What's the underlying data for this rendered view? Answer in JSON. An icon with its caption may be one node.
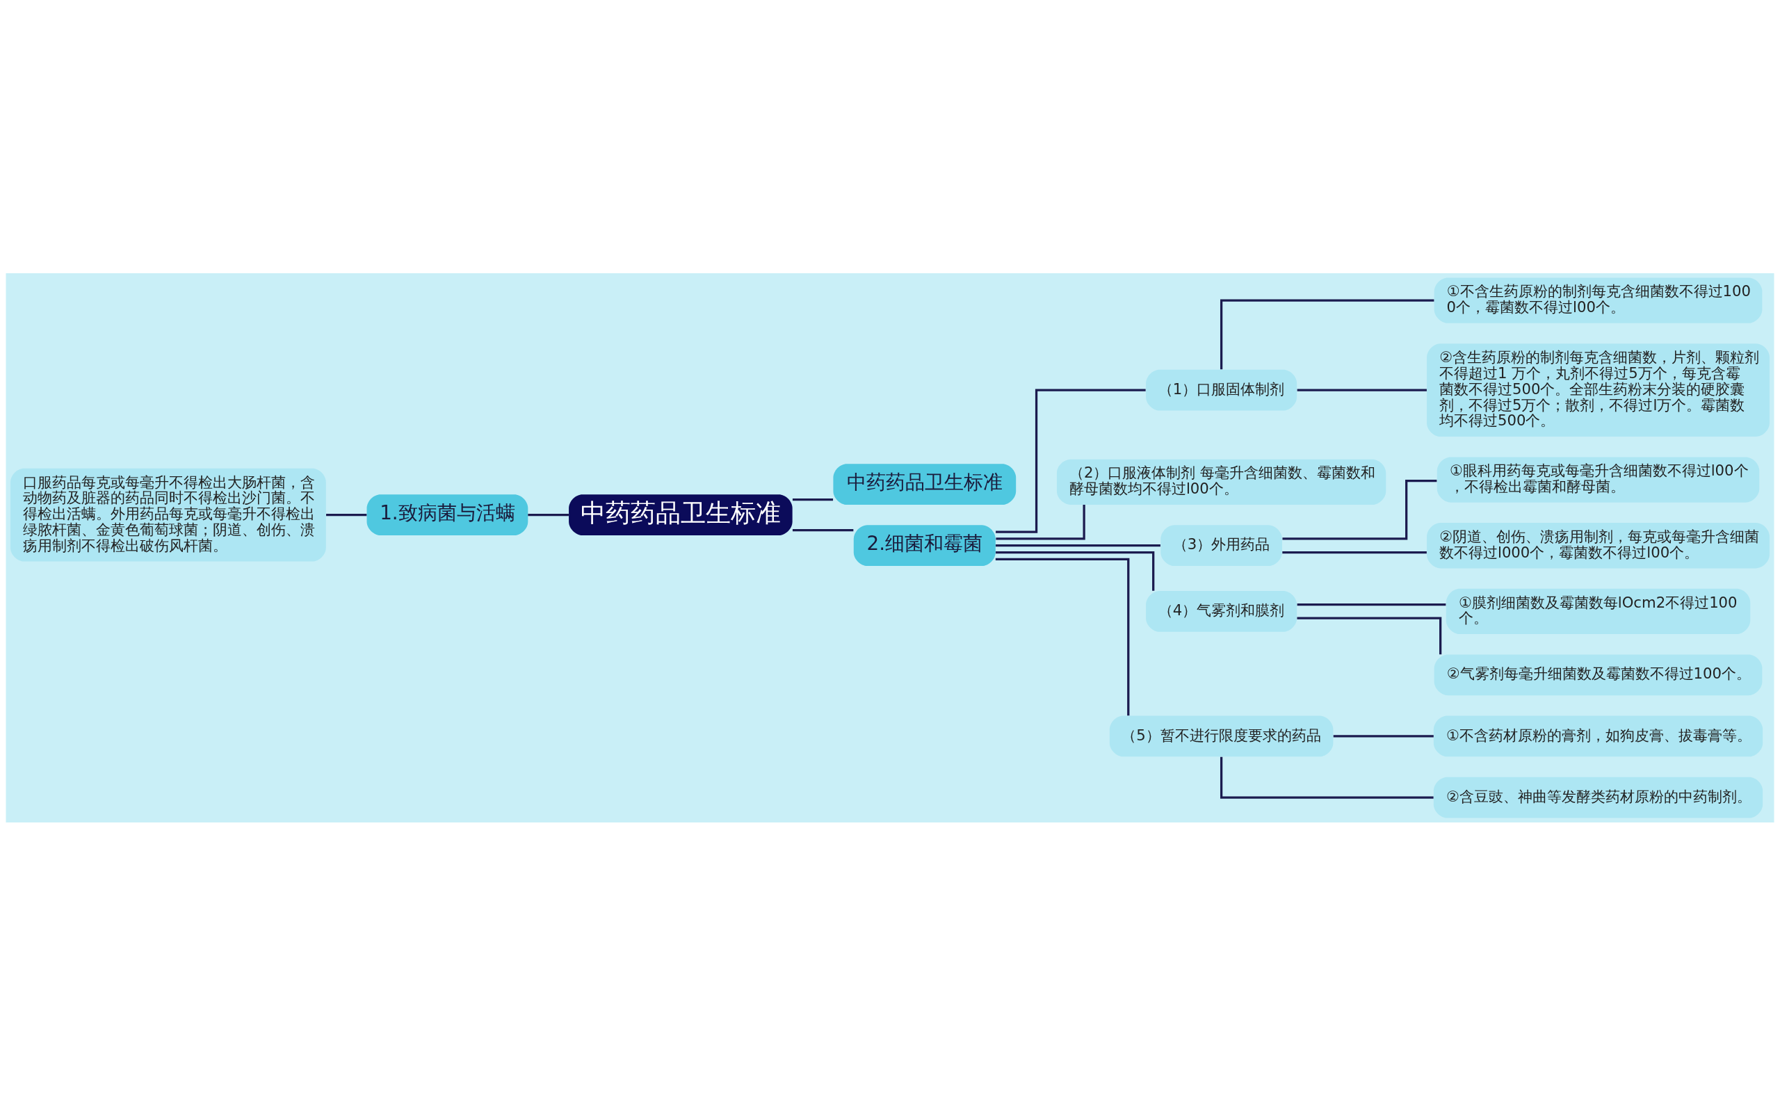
{
  "diagram": {
    "nodes": [
      {
        "text": [
          "中药药品卫生标准"
        ]
      },
      {
        "text": [
          "1.致病菌与活螨"
        ]
      },
      {
        "text": [
          "口服药品每克或每毫升不得检出大肠杆菌，含动物药及脏器的药品同时不得检出沙门菌。不得检出活螨。外用药品每克或每毫升不得检出绿脓杆菌、金黄色葡萄球菌；阴道、创伤、溃疡用制剂不得检出破伤风杆菌。"
        ]
      },
      {
        "text": [
          "中药药品卫生标准"
        ]
      },
      {
        "text": [
          "2.细菌和霉菌"
        ]
      },
      {
        "text": [
          "（1）口服固体制剂"
        ]
      },
      {
        "text": [
          "①不含生药原粉的制剂每克含细菌数不得过1000个，霉菌数不得过l00个。"
        ]
      },
      {
        "text": [
          "②含生药原粉的制剂每克含细菌数，片剂、颗粒剂不得超过1 万个，丸剂不得过5万个，每克含霉菌数不得过500个。全部生药粉末分装的硬胶囊剂，不得过5万个；散剂，不得过l万个。霉菌数均不得过500个。"
        ]
      },
      {
        "text": [
          "（2）口服液体制剂 每毫升含细菌数、霉菌数和酵母菌数均不得过l00个。"
        ]
      },
      {
        "text": [
          "（3）外用药品"
        ]
      },
      {
        "text": [
          "①眼科用药每克或每毫升含细菌数不得过l00个，不得检出霉菌和酵母菌。"
        ]
      },
      {
        "text": [
          "②阴道、创伤、溃疡用制剂，每克或每毫升含细菌数不得过l000个，霉菌数不得过l00个。"
        ]
      },
      {
        "text": [
          "（4）气雾剂和膜剂"
        ]
      },
      {
        "text": [
          "①膜剂细菌数及霉菌数每lOcm2不得过100个。"
        ]
      },
      {
        "text": [
          "②气雾剂每毫升细菌数及霉菌数不得过100个。"
        ]
      },
      {
        "text": [
          "（5）暂不进行限度要求的药品"
        ]
      },
      {
        "text": [
          "①不含药材原粉的膏剂，如狗皮膏、拔毒膏等。"
        ]
      },
      {
        "text": [
          "②含豆豉、神曲等发酵类药材原粉的中药制剂。"
        ]
      }
    ],
    "edges": [
      {
        "from": 0,
        "to": 1,
        "arrow": "none"
      },
      {
        "from": 1,
        "to": 2,
        "arrow": "none"
      },
      {
        "from": 0,
        "to": 3,
        "arrow": "none"
      },
      {
        "from": 0,
        "to": 4,
        "arrow": "none"
      },
      {
        "from": 4,
        "to": 5,
        "arrow": "none"
      },
      {
        "from": 5,
        "to": 6,
        "arrow": "none"
      },
      {
        "from": 5,
        "to": 7,
        "arrow": "none"
      },
      {
        "from": 4,
        "to": 8,
        "arrow": "none"
      },
      {
        "from": 4,
        "to": 9,
        "arrow": "none"
      },
      {
        "from": 9,
        "to": 10,
        "arrow": "none"
      },
      {
        "from": 9,
        "to": 11,
        "arrow": "none"
      },
      {
        "from": 4,
        "to": 12,
        "arrow": "none"
      },
      {
        "from": 12,
        "to": 13,
        "arrow": "none"
      },
      {
        "from": 12,
        "to": 14,
        "arrow": "none"
      },
      {
        "from": 4,
        "to": 15,
        "arrow": "none"
      },
      {
        "from": 15,
        "to": 16,
        "arrow": "none"
      },
      {
        "from": 15,
        "to": 17,
        "arrow": "none"
      }
    ]
  }
}
